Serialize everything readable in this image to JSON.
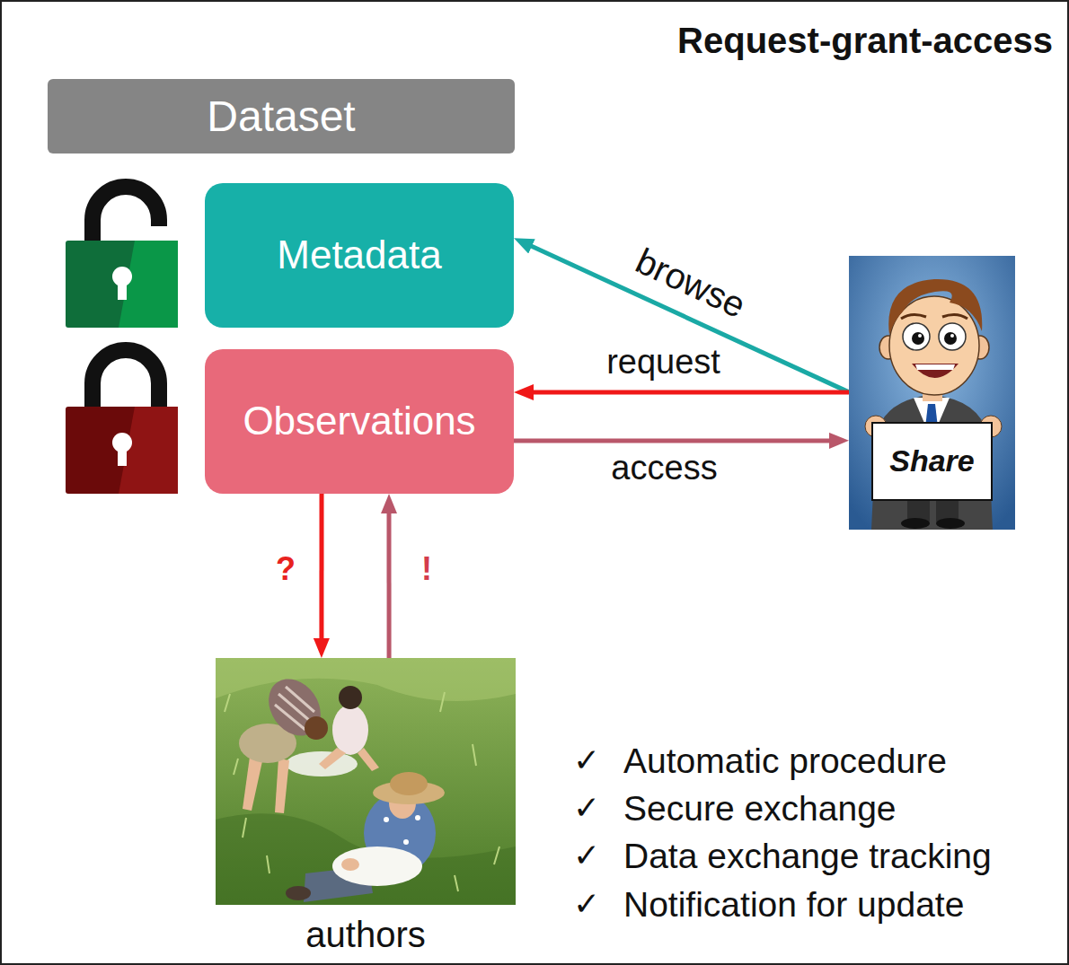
{
  "diagram": {
    "title": "Request-grant-access",
    "nodes": [
      {
        "text": [
          "Dataset"
        ]
      },
      {
        "text": [
          "Metadata"
        ]
      },
      {
        "text": [
          "Observations"
        ]
      },
      {
        "text": [
          "Share"
        ]
      },
      {
        "text": [
          "authors"
        ]
      }
    ],
    "edges": [
      {
        "from": 3,
        "to": 1,
        "arrow": "to",
        "label": "browse"
      },
      {
        "from": 3,
        "to": 2,
        "arrow": "to",
        "label": "request"
      },
      {
        "from": 2,
        "to": 3,
        "arrow": "to",
        "label": "access"
      },
      {
        "from": 2,
        "to": 4,
        "arrow": "to",
        "label": "?"
      },
      {
        "from": 4,
        "to": 2,
        "arrow": "to",
        "label": "!"
      }
    ],
    "labels": [
      "✓",
      "Automatic procedure",
      "✓",
      "Secure exchange",
      "✓",
      "Data exchange tracking",
      "✓",
      "Notification for update"
    ]
  }
}
